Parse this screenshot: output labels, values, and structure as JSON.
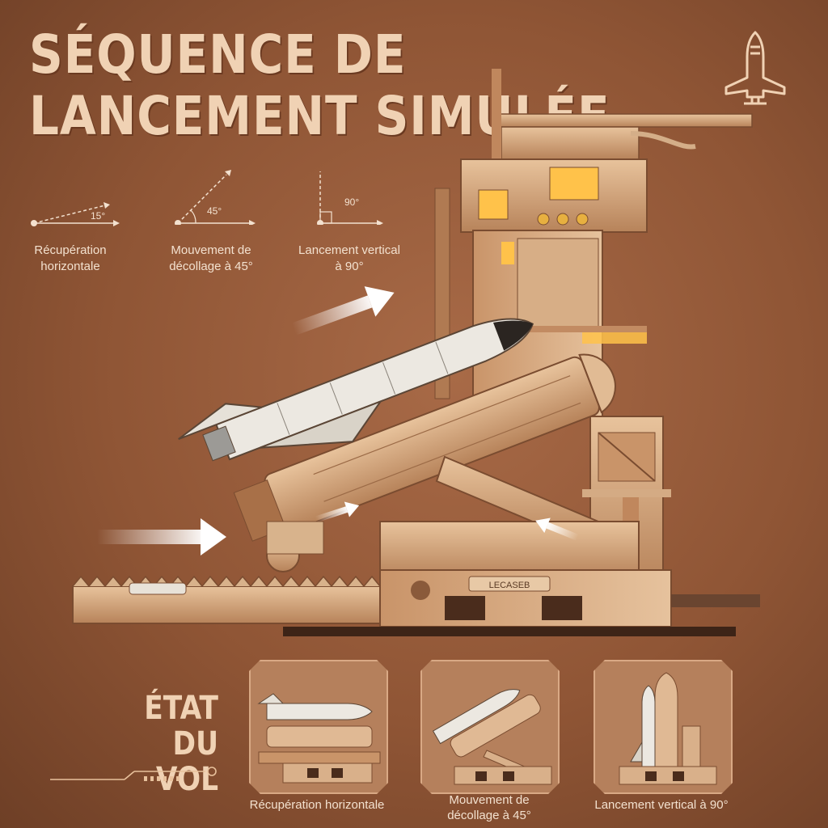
{
  "title": {
    "line1": "SÉQUENCE DE",
    "line2": "LANCEMENT SIMULÉE"
  },
  "angles": [
    {
      "degree": "15°",
      "caption_line1": "Récupération",
      "caption_line2": "horizontale"
    },
    {
      "degree": "45°",
      "caption_line1": "Mouvement de",
      "caption_line2": "décollage à 45°"
    },
    {
      "degree": "90°",
      "caption_line1": "Lancement vertical",
      "caption_line2": "à 90°"
    }
  ],
  "pad_label": "LECASEB",
  "section": {
    "line1": "ÉTAT",
    "line2": "DU VOL"
  },
  "states": [
    {
      "caption_line1": "Récupération horizontale",
      "caption_line2": ""
    },
    {
      "caption_line1": "Mouvement de",
      "caption_line2": "décollage à 45°"
    },
    {
      "caption_line1": "Lancement vertical à 90°",
      "caption_line2": ""
    }
  ],
  "icons": {
    "logo": "space-shuttle-icon"
  },
  "colors": {
    "background": "#8f5535",
    "title": "#f0d2b4",
    "text": "#f3e1cf",
    "wood": "#d9b08a",
    "wood_dark": "#8a5a3a",
    "shuttle": "#e9e4dc",
    "light": "#ffc24a"
  }
}
